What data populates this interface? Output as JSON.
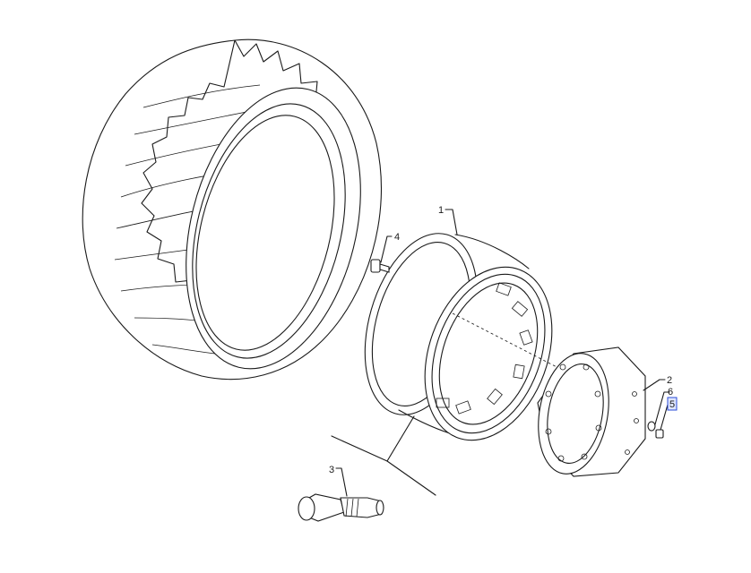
{
  "callouts": [
    {
      "id": "1",
      "label": "1"
    },
    {
      "id": "2",
      "label": "2"
    },
    {
      "id": "3",
      "label": "3"
    },
    {
      "id": "4",
      "label": "4"
    },
    {
      "id": "5",
      "label": "5",
      "highlighted": true
    },
    {
      "id": "6",
      "label": "6"
    }
  ],
  "colors": {
    "line": "#1a1a1a",
    "highlight_fill": "#dfe6ff",
    "highlight_stroke": "#2a4bd7"
  }
}
